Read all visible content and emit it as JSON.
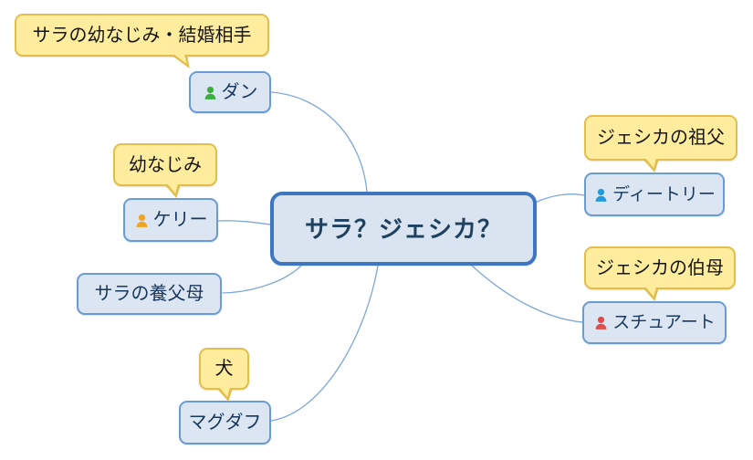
{
  "app": {
    "type": "mindmap-canvas",
    "background": "#ffffff"
  },
  "central": {
    "label": "サラ？ジェシカ？"
  },
  "nodes": [
    {
      "id": "dan",
      "label": "ダン",
      "icon": "person-icon",
      "icon_color": "#3CB03C"
    },
    {
      "id": "kelly",
      "label": "ケリー",
      "icon": "person-icon",
      "icon_color": "#F0A422"
    },
    {
      "id": "fosters",
      "label": "サラの養父母"
    },
    {
      "id": "magduff",
      "label": "マグダフ"
    },
    {
      "id": "dietrich",
      "label": "ディートリー",
      "icon": "person-icon",
      "icon_color": "#1E9CDE"
    },
    {
      "id": "stuart",
      "label": "スチュアート",
      "icon": "person-icon",
      "icon_color": "#E04C4C"
    }
  ],
  "callouts": [
    {
      "for": "dan",
      "text": "サラの幼なじみ・結婚相手"
    },
    {
      "for": "kelly",
      "text": "幼なじみ"
    },
    {
      "for": "magduff",
      "text": "犬"
    },
    {
      "for": "dietrich",
      "text": "ジェシカの祖父"
    },
    {
      "for": "stuart",
      "text": "ジェシカの伯母"
    }
  ],
  "colors": {
    "node_fill": "#DCE6F2",
    "node_border": "#6A9BD2",
    "central_border": "#3E76C2",
    "callout_fill": "#FFEC9C",
    "callout_border": "#E2BE4E",
    "connector": "#7FA8D9",
    "node_text": "#17375E",
    "callout_text": "#141414"
  }
}
